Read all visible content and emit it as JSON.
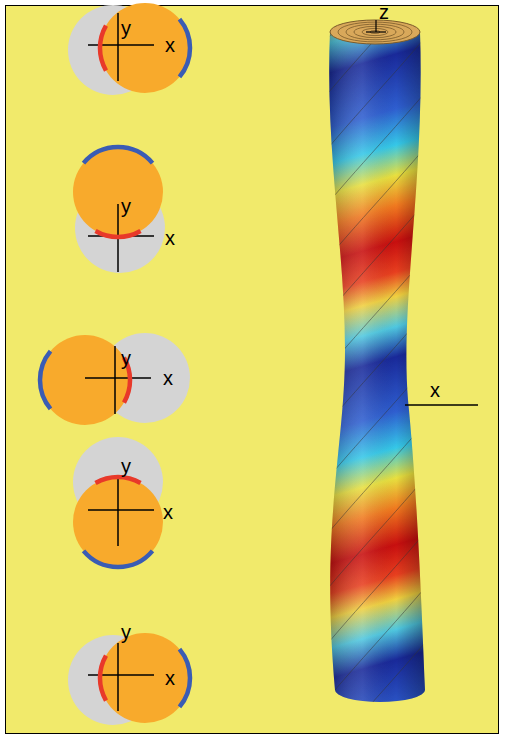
{
  "diagram": {
    "labels": [
      "y",
      "x",
      "y",
      "x",
      "y",
      "x",
      "y",
      "x",
      "y",
      "x",
      "z",
      "x"
    ]
  }
}
